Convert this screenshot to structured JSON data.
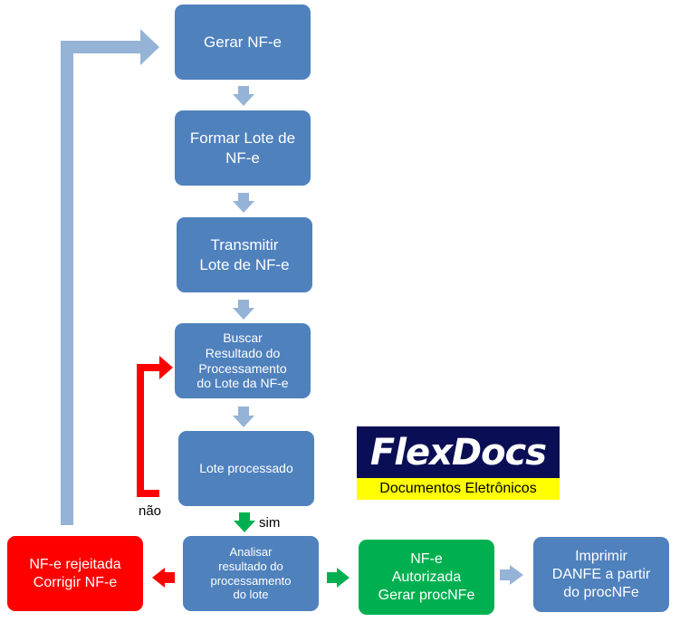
{
  "nodes": {
    "gerar": "Gerar NF-e",
    "formar": "Formar Lote de\nNF-e",
    "transmitir": "Transmitir\nLote de NF-e",
    "buscar": "Buscar\nResultado do\nProcessamento\ndo Lote da NF-e",
    "lote_processado": "Lote processado",
    "analisar": "Analisar\nresultado do\nprocessamento\ndo lote",
    "rejeitada": "NF-e rejeitada\nCorrigir  NF-e",
    "autorizada": "NF-e\nAutorizada\nGerar procNFe",
    "imprimir": "Imprimir\nDANFE a partir\ndo procNFe"
  },
  "labels": {
    "nao": "não",
    "sim": "sim"
  },
  "logo": {
    "wordmark": "FlexDocs",
    "tagline": "Documentos Eletrônicos"
  },
  "colors": {
    "process_box": "#4f81bd",
    "rejected": "#ff0000",
    "authorized": "#00b050",
    "arrow_light": "#95b3d7",
    "arrow_green": "#00b050",
    "arrow_red": "#ff0000",
    "logo_bg": "#0a0f55",
    "logo_band": "#ffff00"
  }
}
